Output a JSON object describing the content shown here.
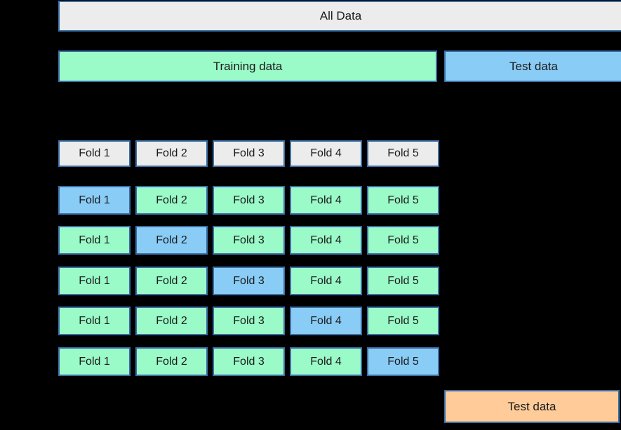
{
  "colors": {
    "background": "#000000",
    "border": "#3A6EA5",
    "gray_fill": "#ECECEC",
    "green_fill": "#9AFAC8",
    "blue_fill": "#89CCF6",
    "orange_fill": "#FFCC99",
    "text": "#1A1A1A"
  },
  "all_data": {
    "label": "All Data"
  },
  "split_row": {
    "training_label": "Training data",
    "test_label": "Test data"
  },
  "fold_header": {
    "labels": [
      "Fold 1",
      "Fold 2",
      "Fold 3",
      "Fold 4",
      "Fold 5"
    ]
  },
  "cv_rows": [
    {
      "highlight": 0,
      "cells": [
        "Fold 1",
        "Fold 2",
        "Fold 3",
        "Fold 4",
        "Fold 5"
      ]
    },
    {
      "highlight": 1,
      "cells": [
        "Fold 1",
        "Fold 2",
        "Fold 3",
        "Fold 4",
        "Fold 5"
      ]
    },
    {
      "highlight": 2,
      "cells": [
        "Fold 1",
        "Fold 2",
        "Fold 3",
        "Fold 4",
        "Fold 5"
      ]
    },
    {
      "highlight": 3,
      "cells": [
        "Fold 1",
        "Fold 2",
        "Fold 3",
        "Fold 4",
        "Fold 5"
      ]
    },
    {
      "highlight": 4,
      "cells": [
        "Fold 1",
        "Fold 2",
        "Fold 3",
        "Fold 4",
        "Fold 5"
      ]
    }
  ],
  "final_test": {
    "label": "Test data"
  }
}
